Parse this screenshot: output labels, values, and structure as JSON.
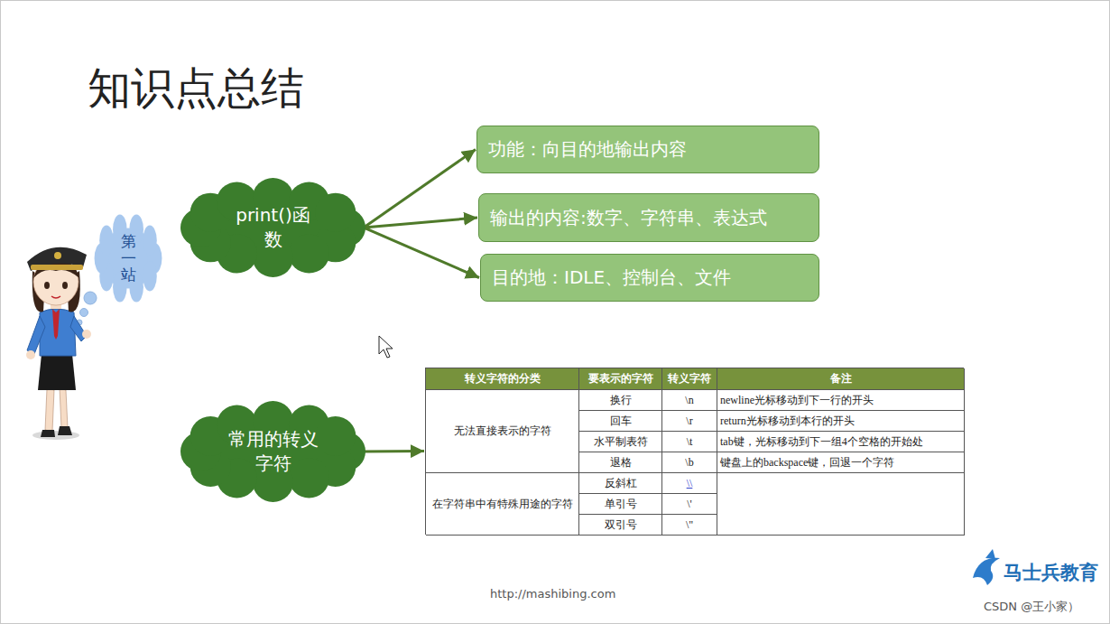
{
  "diagram": {
    "title": "知识点总结",
    "nodes": [
      {
        "text": [
          "print()函数"
        ]
      },
      {
        "text": [
          "功能：向目的地输出内容"
        ]
      },
      {
        "text": [
          "输出的内容:数字、字符串、表达式"
        ]
      },
      {
        "text": [
          "目的地：IDLE、控制台、文件"
        ]
      },
      {
        "text": [
          "常用的转义字符"
        ]
      },
      {
        "text": [
          "转义字符的分类",
          "要表示的字符",
          "转义字符",
          "备注",
          "无法直接表示的字符",
          "换行",
          "\\n",
          "newline光标移动到下一行的开头",
          "回车",
          "\\r",
          "return光标移动到本行的开头",
          "水平制表符",
          "\\t",
          "tab键，光标移动到下一组4个空格的开始处",
          "退格",
          "\\b",
          "键盘上的backspace键，回退一个字符",
          "在字符串中有特殊用途的字符",
          "反斜杠",
          "\\\\",
          "单引号",
          "\\'",
          "双引号",
          "\\\""
        ]
      },
      {
        "text": [
          "第一站"
        ]
      }
    ],
    "edges": [
      {
        "from": 0,
        "to": 1,
        "arrow": "to"
      },
      {
        "from": 0,
        "to": 2,
        "arrow": "to"
      },
      {
        "from": 0,
        "to": 3,
        "arrow": "to"
      },
      {
        "from": 4,
        "to": 5,
        "arrow": "to"
      }
    ],
    "labels": [
      "http://mashibing.com",
      "马士兵教育",
      "CSDN @王小家）"
    ]
  }
}
